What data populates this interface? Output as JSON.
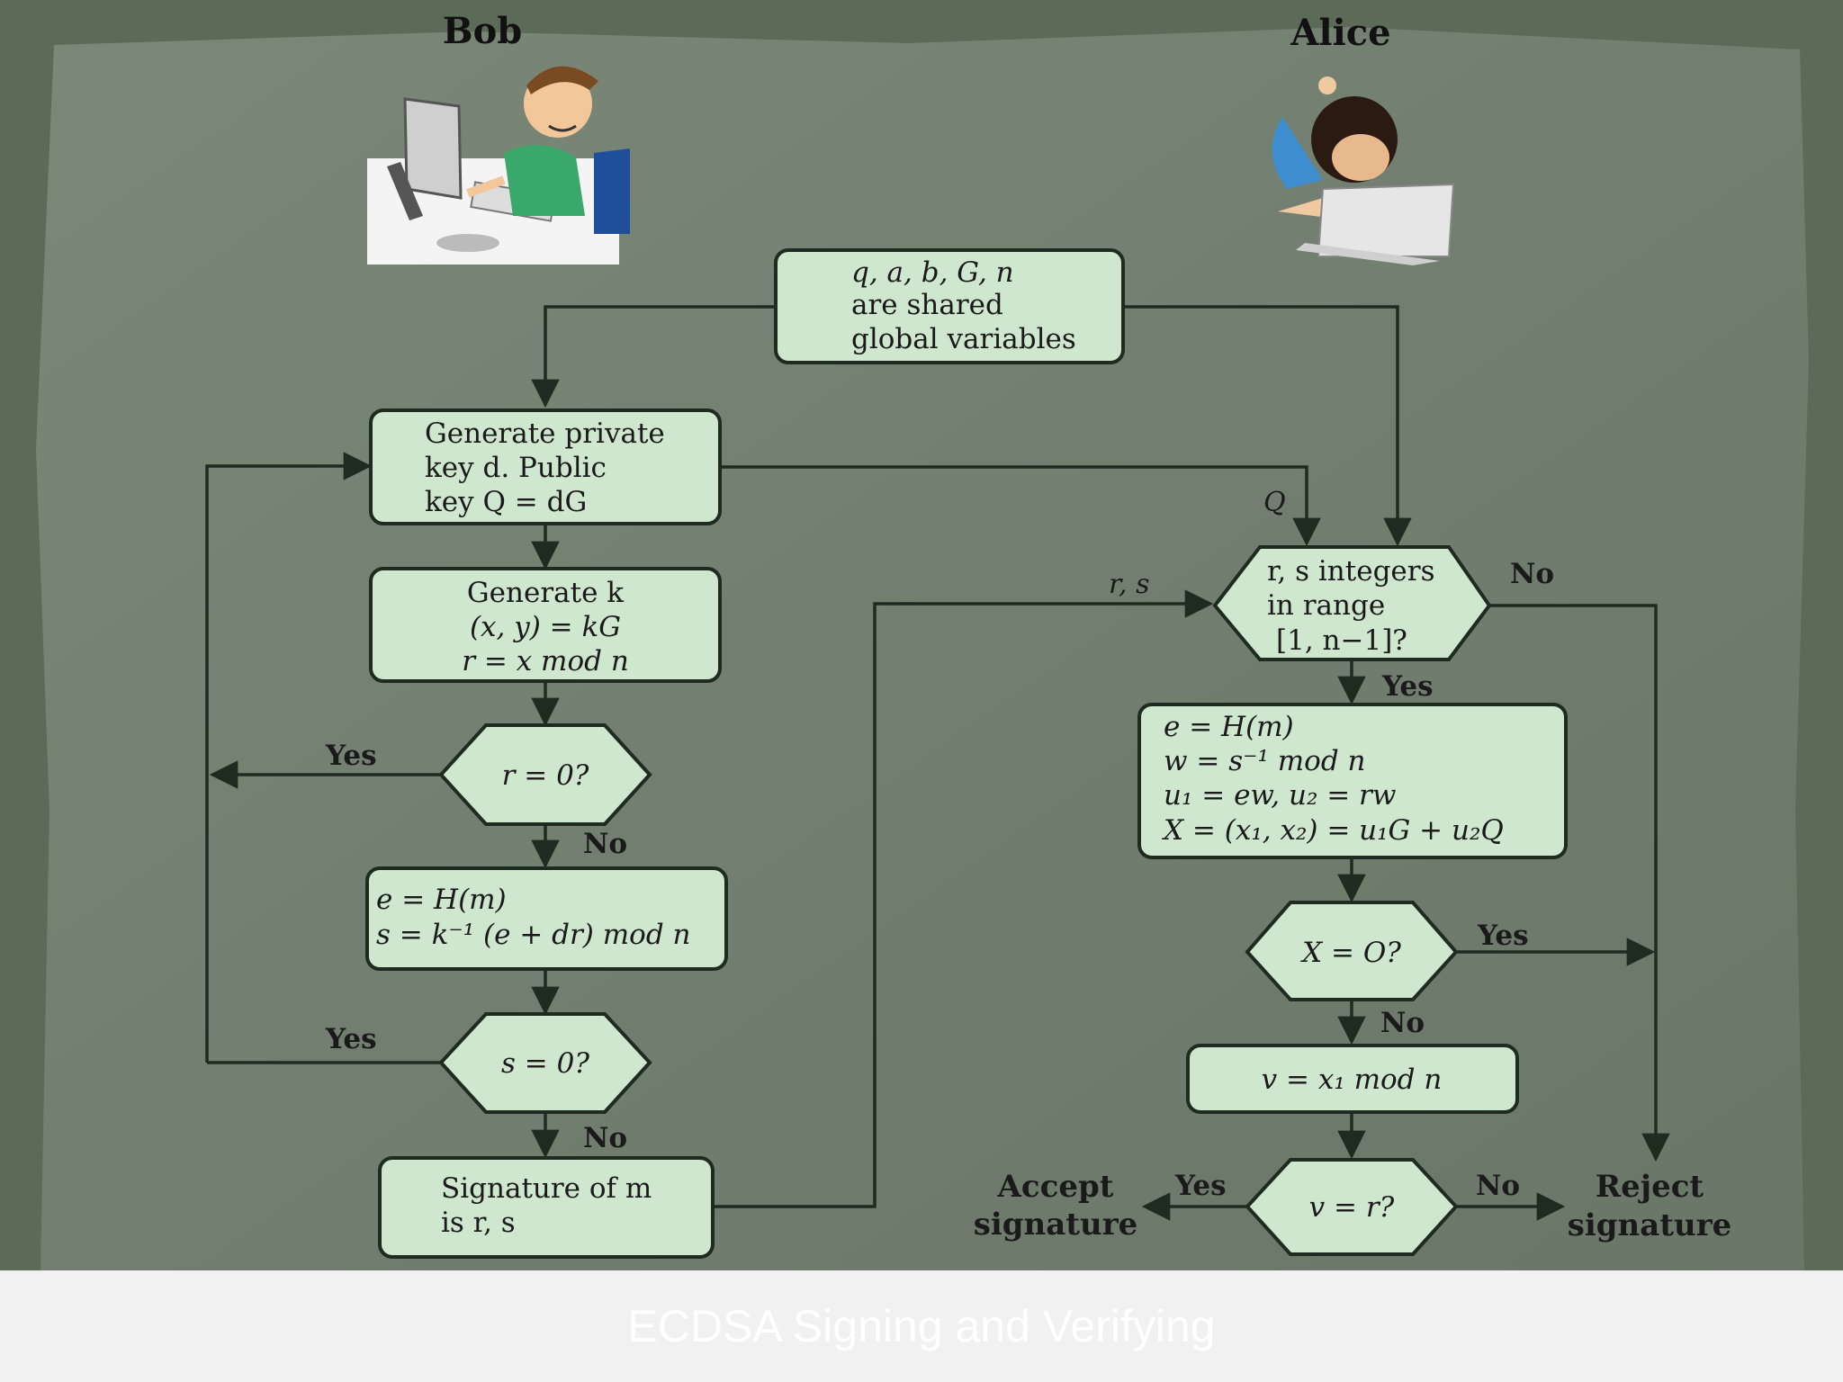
{
  "colors": {
    "background": "#6f7c6c",
    "box_fill": "#cfe6cf",
    "stroke": "#1f2a20",
    "caption_text": "#ffffff"
  },
  "actors": {
    "bob": "Bob",
    "alice": "Alice"
  },
  "boxes": {
    "globals": [
      "q, a, b, G, n",
      "are shared",
      "global variables"
    ],
    "genkey": [
      "Generate private",
      "key d. Public",
      "key  Q = dG"
    ],
    "genk": [
      "Generate k",
      "(x, y) = kG",
      "r = x mod n"
    ],
    "r0": [
      "r = 0?"
    ],
    "es": [
      "e = H(m)",
      "s = k⁻¹ (e + dr) mod n"
    ],
    "s0": [
      "s = 0?"
    ],
    "sig": [
      "Signature of m",
      "is r, s"
    ],
    "range": [
      "r, s integers",
      "in range",
      "[1, n−1]?"
    ],
    "verify": [
      "e = H(m)",
      "w = s⁻¹ mod n",
      "u₁ = ew, u₂ = rw",
      "X = (x₁, x₂) = u₁G + u₂Q"
    ],
    "x0": [
      "X = O?"
    ],
    "vmod": [
      "v = x₁ mod n"
    ],
    "vr": [
      "v = r?"
    ]
  },
  "labels": {
    "yes": "Yes",
    "no": "No",
    "q": "Q",
    "rs": "r, s",
    "accept": [
      "Accept",
      "signature"
    ],
    "reject": [
      "Reject",
      "signature"
    ]
  },
  "caption": "ECDSA Signing and Verifying"
}
